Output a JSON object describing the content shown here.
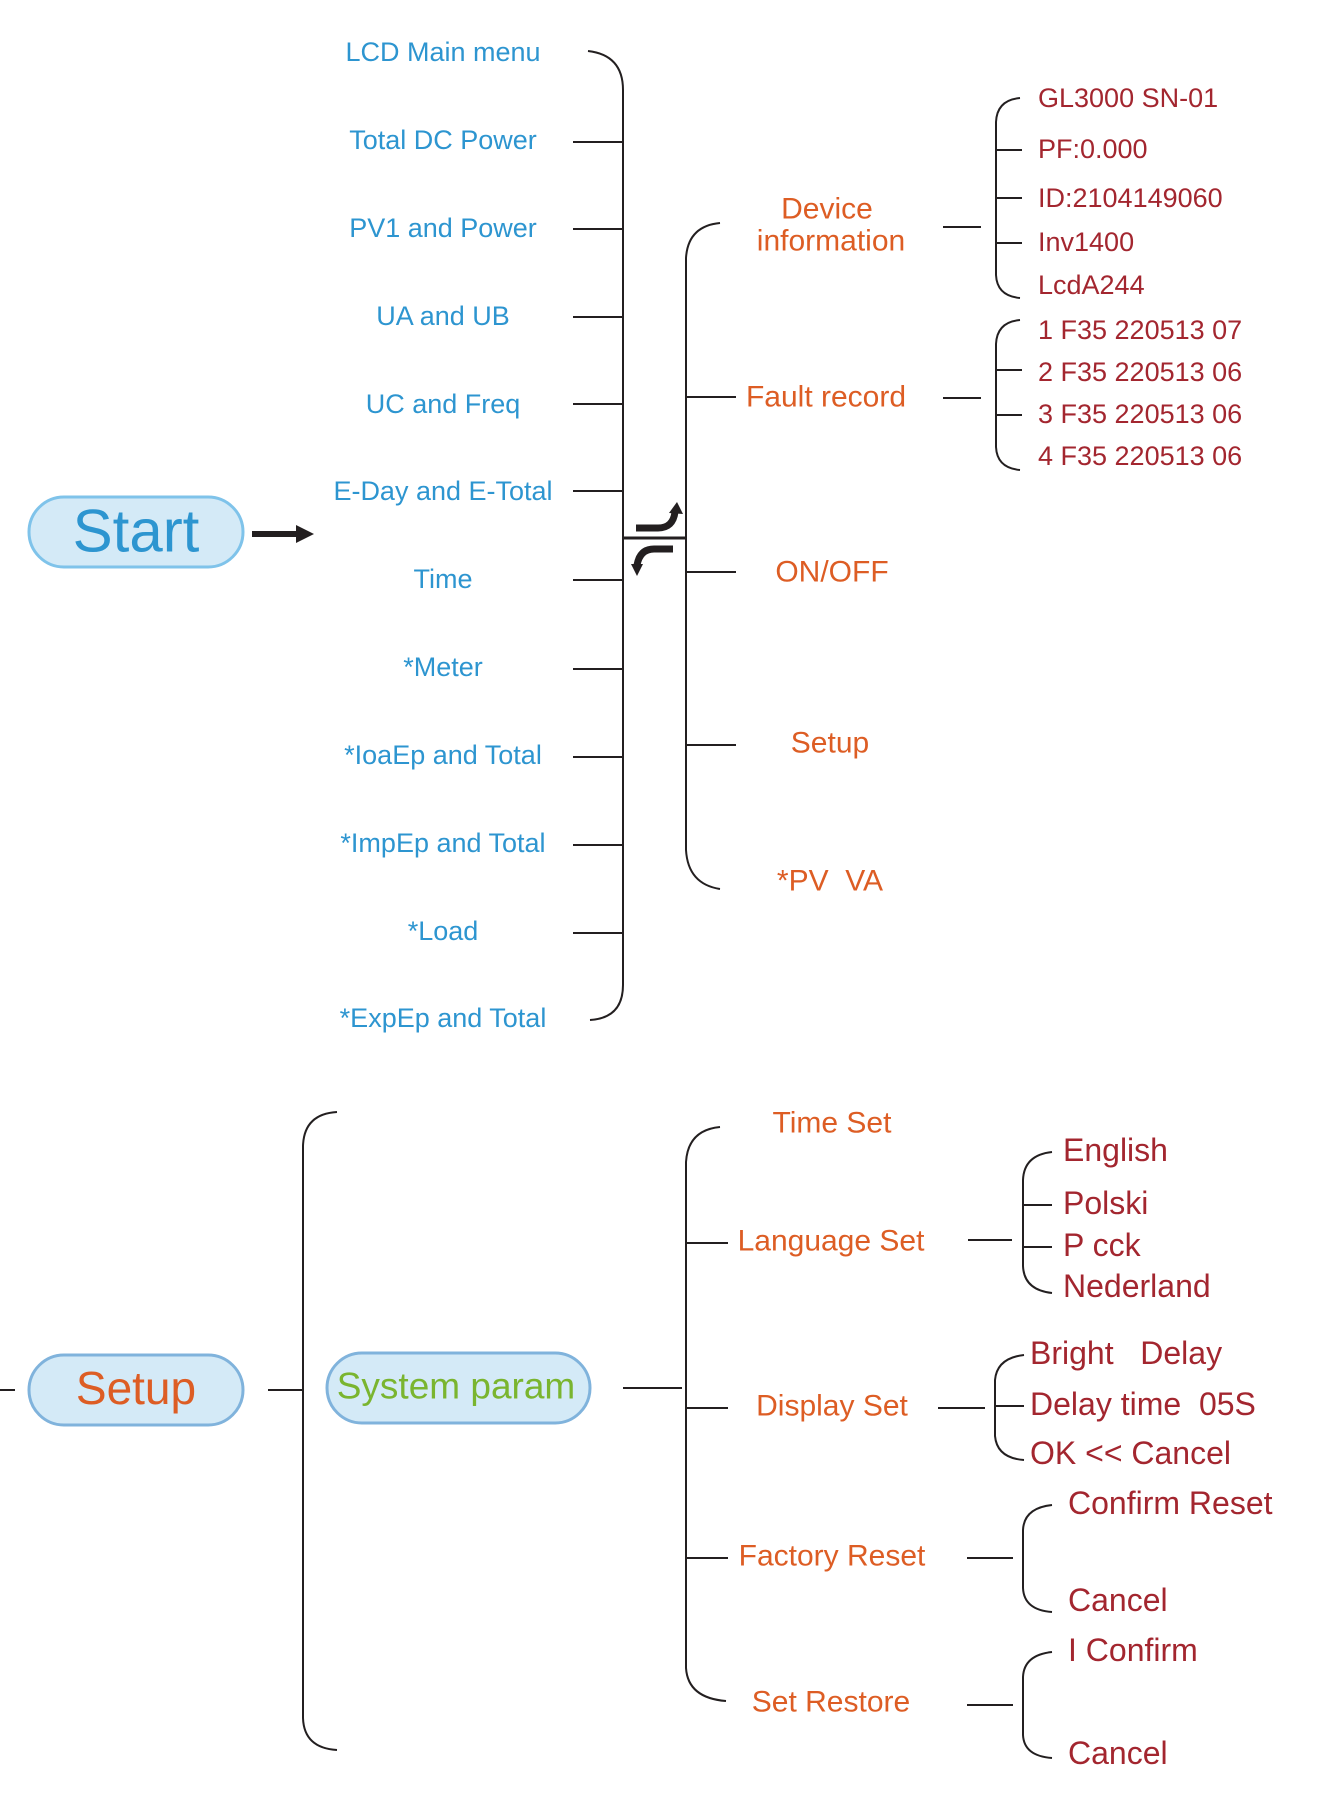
{
  "title": "LCD menu structure",
  "colors": {
    "main_menu_text": "#2d95d0",
    "submenu_text": "#dd5d24",
    "detail_text": "#a3262f",
    "system_param_text": "#7ab52f",
    "pill_fill": "#d4eaf7",
    "pill_border": "#7fc3ea",
    "line": "#231f20"
  },
  "start_node": {
    "label": "Start",
    "arrow_icon": "arrow-right-icon"
  },
  "main_menu": {
    "items": [
      "LCD Main menu",
      "Total DC Power",
      "PV1 and Power",
      "UA and UB",
      "UC and Freq",
      "E-Day and E-Total",
      "Time",
      "*Meter",
      "*IoaEp and Total",
      "*ImpEp and Total",
      "*Load",
      "*ExpEp and Total"
    ]
  },
  "switch_icon": "bidirectional-switch-arrows-icon",
  "submenu": {
    "items": [
      {
        "label_line1": "Device",
        "label_line2": "information"
      },
      {
        "label": "Fault record"
      },
      {
        "label": "ON/OFF"
      },
      {
        "label": "Setup"
      },
      {
        "label": "*PV  VA"
      }
    ]
  },
  "device_information": {
    "items": [
      "GL3000 SN-01",
      "PF:0.000",
      "ID:2104149060",
      "Inv1400",
      "LcdA244"
    ]
  },
  "fault_record": {
    "items": [
      "1 F35 220513 07",
      "2 F35 220513 06",
      "3 F35 220513 06",
      "4 F35 220513 06"
    ]
  },
  "setup_section": {
    "setup_node": {
      "label": "Setup"
    },
    "system_param_node": {
      "label": "System param"
    },
    "items": [
      "Time Set",
      "Language Set",
      "Display Set",
      "Factory Reset",
      "Set Restore"
    ],
    "language_set": {
      "options": [
        "English",
        "Polski",
        "P cck",
        "Nederland"
      ]
    },
    "display_set": {
      "options": [
        "Bright   Delay",
        "Delay time  05S",
        "OK << Cancel"
      ]
    },
    "factory_reset": {
      "options": [
        "Confirm Reset",
        "Cancel"
      ]
    },
    "set_restore": {
      "options": [
        "I Confirm",
        "Cancel"
      ]
    }
  }
}
